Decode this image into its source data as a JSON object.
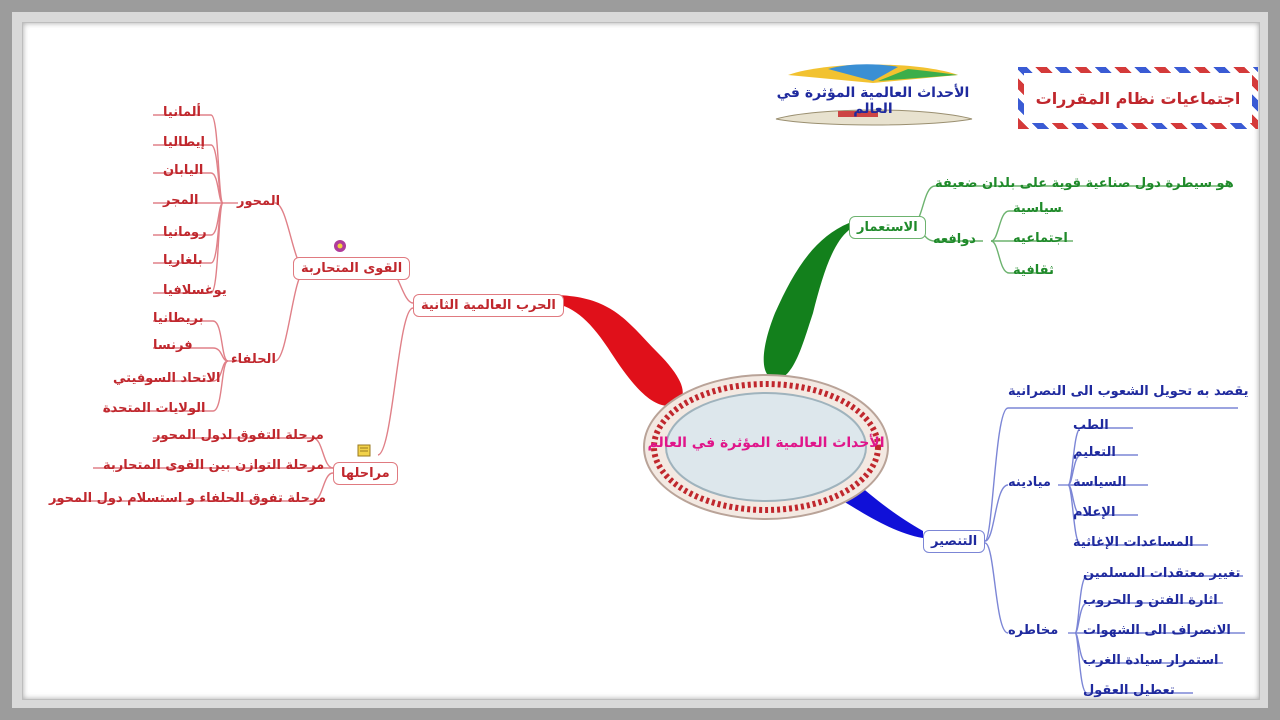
{
  "header": {
    "title": "اجتماعيات نظام المقررات",
    "illustration_caption": "الأحداث العالمية المؤثرة في العالم"
  },
  "center": {
    "label": "الأحداث العالمية المؤثرة في العالم"
  },
  "colors": {
    "ww2": "#e0101a",
    "colonialism": "#13801c",
    "evangelism": "#1010d8",
    "center_text": "#e0158a"
  },
  "ww2": {
    "label": "الحرب العالمية الثانية",
    "powers": {
      "label": "القوى المتحاربة",
      "axis": {
        "label": "المحور",
        "items": [
          "ألمانيا",
          "إيطاليا",
          "اليابان",
          "المجر",
          "رومانيا",
          "بلغاريا",
          "يوغسلافيا"
        ]
      },
      "allies": {
        "label": "الحلفاء",
        "items": [
          "بريطانيا",
          "فرنسا",
          "الاتحاد السوفيتي",
          "الولايات المتحدة"
        ]
      }
    },
    "stages": {
      "label": "مراحلها",
      "items": [
        "مرحلة التفوق لدول المحور",
        "مرحلة التوازن بين القوى المتحاربة",
        "مرحلة تفوق الحلفاء و استسلام دول المحور"
      ]
    }
  },
  "colonialism": {
    "label": "الاستعمار",
    "definition": "هو سيطرة دول صناعية قوية على بلدان ضعيفة",
    "motives": {
      "label": "دوافعه",
      "items": [
        "سياسية",
        "اجتماعيه",
        "ثقافية"
      ]
    }
  },
  "evangelism": {
    "label": "التنصير",
    "definition": "يقصد به تحويل الشعوب الى النصرانية",
    "fields": {
      "label": "ميادينه",
      "items": [
        "الطب",
        "التعليم",
        "السياسة",
        "الإعلام",
        "المساعدات الإغاثية"
      ]
    },
    "dangers": {
      "label": "مخاطره",
      "items": [
        "تغيير معتقدات المسلمين",
        "اثارة الفتن و الحروب",
        "الانصراف الى الشهوات",
        "استمرار سيادة الغرب",
        "تعطيل العقول"
      ]
    }
  }
}
